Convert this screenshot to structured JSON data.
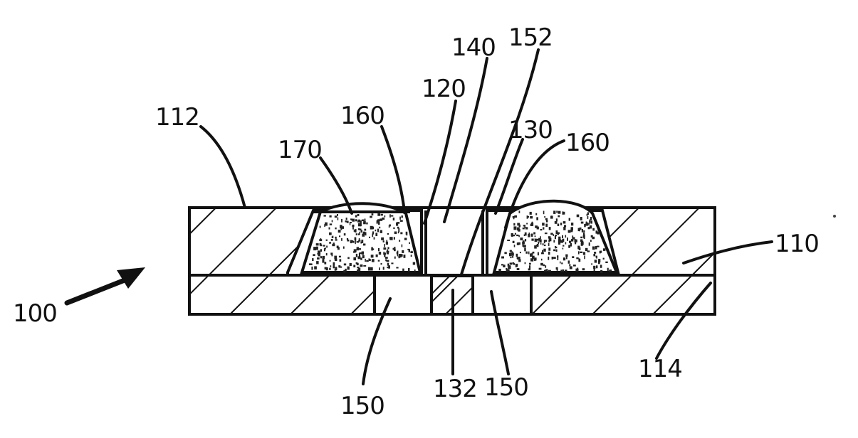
{
  "figure": {
    "labels": {
      "l100": "100",
      "l110": "110",
      "l112": "112",
      "l114": "114",
      "l120": "120",
      "l130": "130",
      "l132": "132",
      "l140": "140",
      "l150_left": "150",
      "l150_right": "150",
      "l152": "152",
      "l160_left": "160",
      "l160_right": "160",
      "l170": "170"
    }
  }
}
